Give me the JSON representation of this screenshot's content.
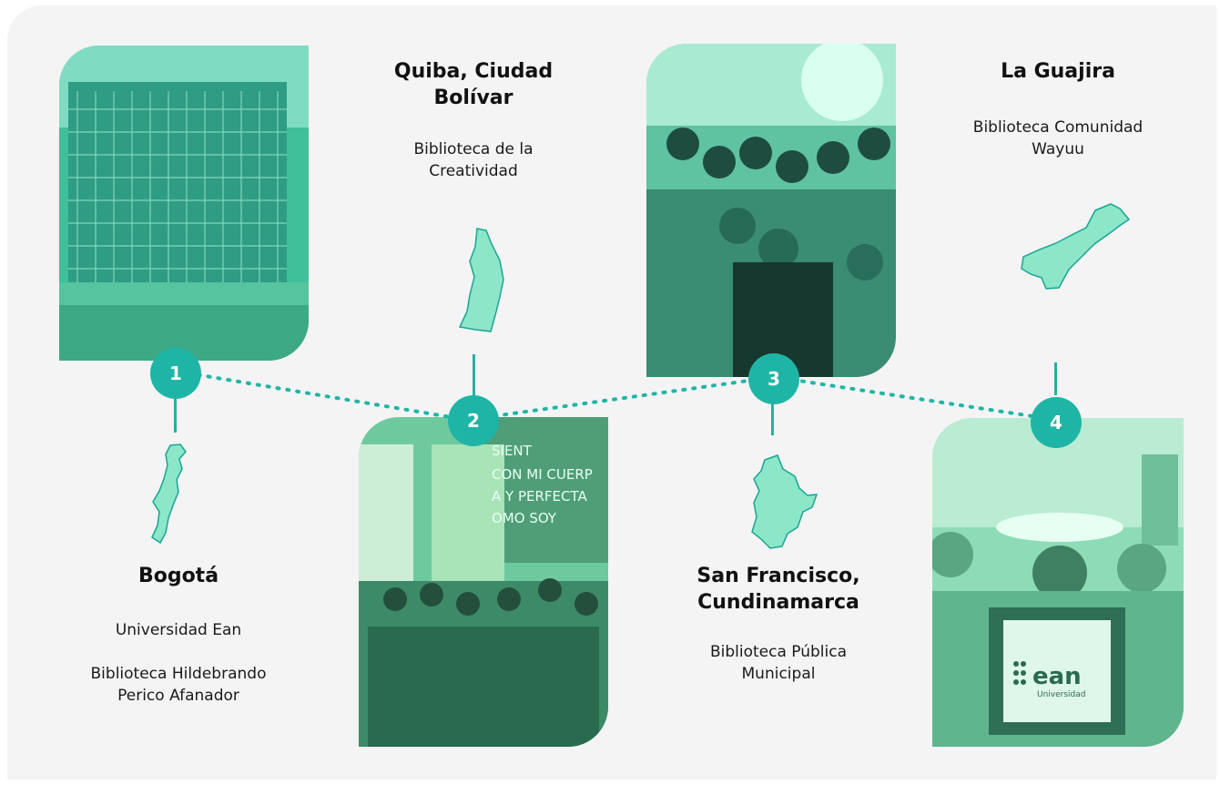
{
  "colors": {
    "accent": "#1fb5a6",
    "map_fill": "#8ce6c8",
    "map_stroke": "#1aa593",
    "path": "#1fb5a6",
    "background": "#f4f4f4"
  },
  "stops": [
    {
      "number": "1",
      "title": "Bogotá",
      "lines": [
        "Universidad Ean",
        "Biblioteca Hildebrando Perico Afanador"
      ],
      "photo": "ean-building-photo",
      "map": "bogota-map"
    },
    {
      "number": "2",
      "title": "Quiba, Ciudad Bolívar",
      "lines": [
        "Biblioteca de la Creatividad"
      ],
      "photo": "students-group-photo",
      "map": "ciudad-bolivar-map"
    },
    {
      "number": "3",
      "title": "San Francisco, Cundinamarca",
      "lines": [
        "Biblioteca Pública Municipal"
      ],
      "photo": "volunteers-group-photo",
      "map": "cundinamarca-map"
    },
    {
      "number": "4",
      "title": "La Guajira",
      "lines": [
        "Biblioteca Comunidad Wayuu"
      ],
      "photo": "wayuu-community-photo",
      "map": "la-guajira-map"
    }
  ],
  "photo_text": {
    "mural": "SIENT CON MI CUERP A Y PERFECTA OMO SOY",
    "logo_mark": "ean",
    "logo_sub": "Universidad"
  }
}
